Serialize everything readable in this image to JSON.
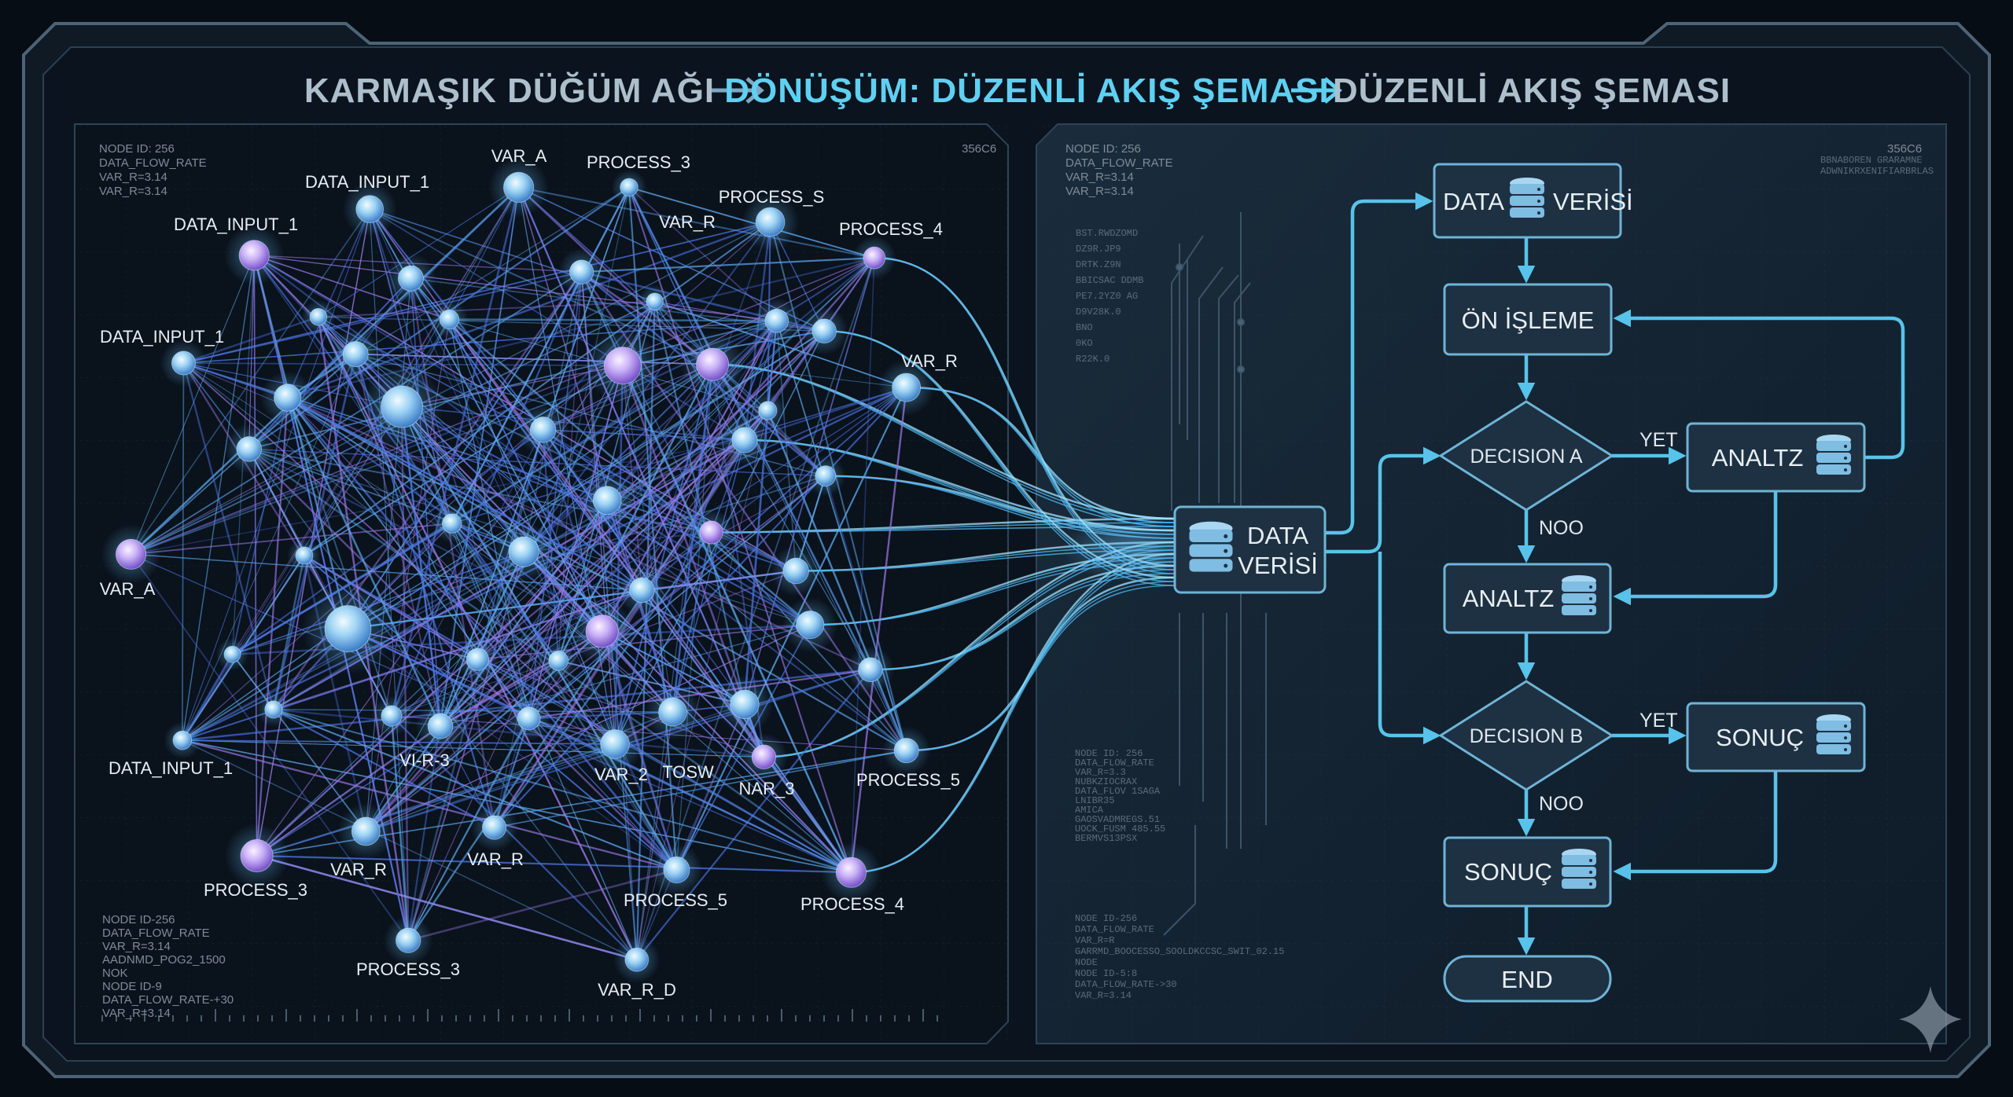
{
  "header": {
    "title_left": "KARMAŞIK DÜĞÜM AĞI",
    "title_middle": "DÖNÜŞÜM: DÜZENLİ AKIŞ ŞEMASI",
    "title_right": "DÜZENLİ AKIŞ ŞEMASI"
  },
  "left_panel": {
    "meta_top": [
      "NODE ID: 256",
      "DATA_FLOW_RATE",
      "VAR_R=3.14",
      "VAR_R=3.14"
    ],
    "meta_bottom": [
      "NODE ID-256",
      "DATA_FLOW_RATE",
      "VAR_R=3.14",
      "AADNMD_POG2_1500",
      "NOK",
      "NODE ID-9",
      "DATA_FLOW_RATE-+30",
      "VAR_R=3.14"
    ],
    "code": "356C6",
    "node_labels": [
      "VAR_A",
      "PROCESS_3",
      "DATA_INPUT_1",
      "PROCESS_S",
      "VAR_R",
      "DATA_INPUT_1",
      "PROCESS_4",
      "DATA_INPUT_1",
      "VAR_R",
      "VAR_A",
      "DATA_INPUT_1",
      "VAR_2",
      "TOSW",
      "NAR_3",
      "PROCESS_5",
      "PROCESS_3",
      "VAR_R",
      "VAR_R",
      "PROCESS_5",
      "PROCESS_4",
      "PROCESS_3",
      "VAR_R_D",
      "VI-R-3"
    ]
  },
  "right_panel": {
    "meta_top": [
      "NODE ID: 256",
      "DATA_FLOW_RATE",
      "VAR_R=3.14",
      "VAR_R=3.14"
    ],
    "noise_lines": [
      "BST.RWDZOMD",
      "DZ9R.JP9",
      "DRTK.Z9N",
      "BBICSAC DDMB",
      "PE7.2YZ0 AG",
      "D9V28K.0",
      "BNO",
      "0KO",
      "R22K.0"
    ],
    "meta_mid": [
      "NODE ID: 256",
      "DATA_FLOW_RATE",
      "VAR_R=3.3",
      "NUBKZIOCRAX",
      "DATA_FLOV 1SAGA",
      "LNIBR35",
      "AMICA",
      "GAOSVADMREGS.51",
      "UOCK_FUSM 485.55",
      "BERMVS13PSX"
    ],
    "meta_bottom": [
      "NODE ID-256",
      "DATA_FLOW_RATE",
      "VAR_R=R",
      "GARRMD_BOOCESSO_SOOLDKCCSC_SWIT_02.15",
      "NODE",
      "NODE ID-5:8",
      "DATA_FLOW_RATE->30",
      "VAR_R=3.14"
    ],
    "code": "356C6",
    "code_noise": [
      "BBNABOREN GRARAMNE",
      "ADWNIKRXENIFIARBRLAS"
    ]
  },
  "flowchart": {
    "source": {
      "line1": "DATA",
      "line2": "VERİSİ"
    },
    "top_box": {
      "left": "DATA",
      "right": "VERİSİ"
    },
    "preprocess": "ÖN İŞLEME",
    "decision_a": "DECISION A",
    "analyze_right": "ANALTZ",
    "analyze_mid": "ANALTZ",
    "decision_b": "DECISION B",
    "result_right": "SONUÇ",
    "result_bottom": "SONUÇ",
    "end": "END",
    "yes_a": "YET",
    "no_a": "NOO",
    "yes_b": "YET",
    "no_b": "NOO"
  },
  "colors": {
    "accent": "#4fc3f0",
    "title_gray": "#aebfcc",
    "title_cyan": "#5fd0f2",
    "node_blue": "#8fc8f0",
    "node_violet": "#c9a8ff",
    "edge_blue": "#4a7fe0"
  }
}
